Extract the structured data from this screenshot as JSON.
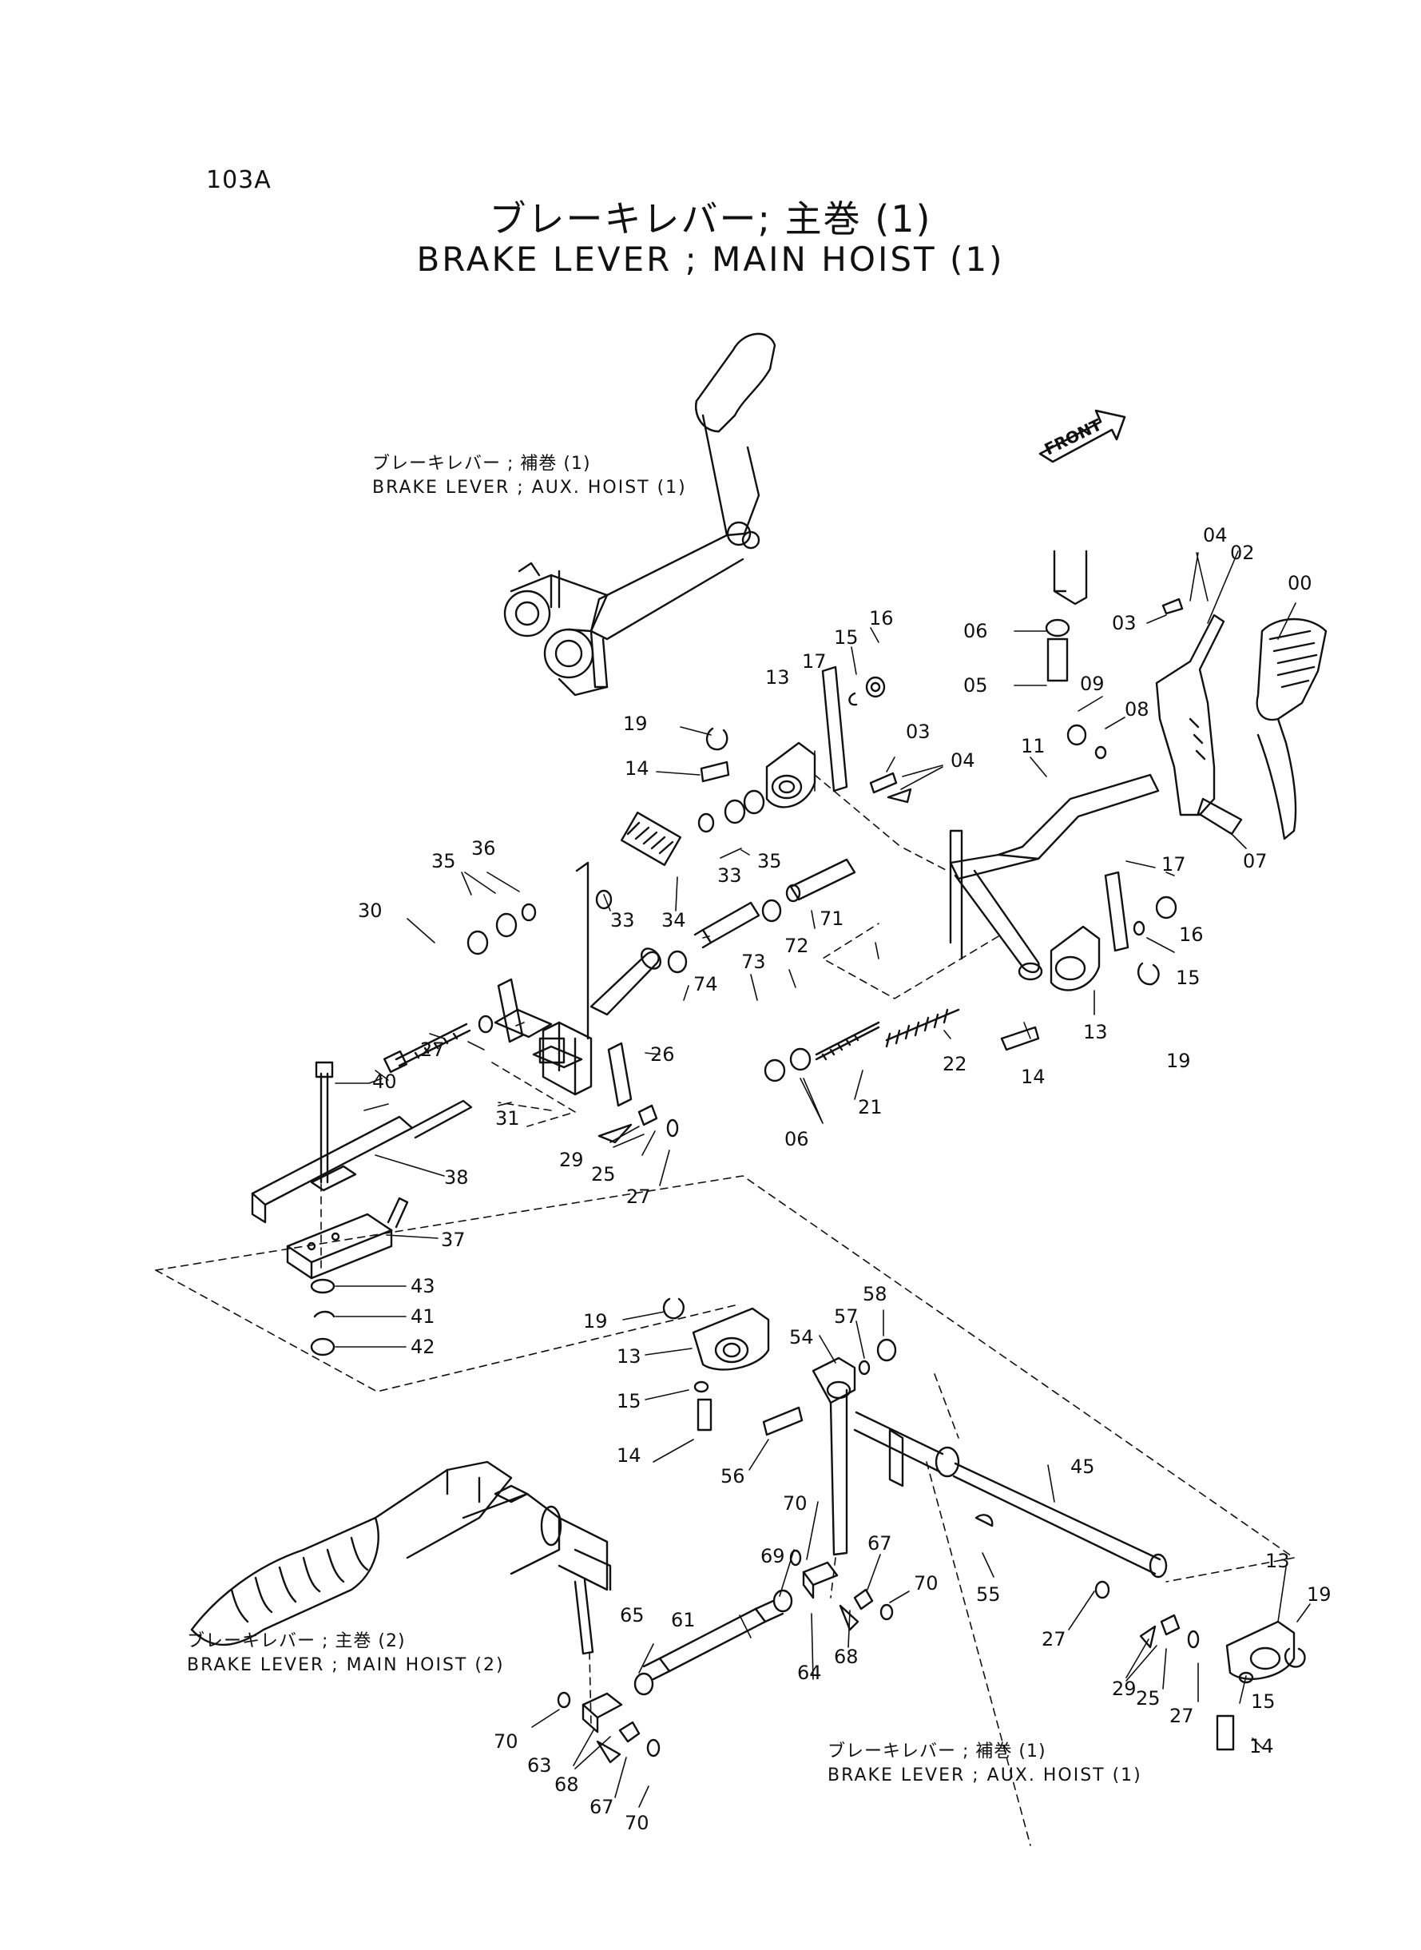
{
  "page_number": "103A",
  "title_jp": "ブレーキレバー; 主巻 (1)",
  "title_en": "BRAKE LEVER ; MAIN HOIST (1)",
  "front_label": "FRONT",
  "references": [
    {
      "jp": "ブレーキレバー ; 補巻 (1)",
      "en": "BRAKE LEVER ; AUX. HOIST (1)"
    },
    {
      "jp": "ブレーキレバー ; 主巻 (2)",
      "en": "BRAKE LEVER ; MAIN HOIST (2)"
    },
    {
      "jp": "ブレーキレバー ; 補巻 (1)",
      "en": "BRAKE LEVER ; AUX. HOIST (1)"
    }
  ],
  "part_callouts": [
    "04",
    "02",
    "00",
    "03",
    "06",
    "05",
    "09",
    "08",
    "07",
    "16",
    "15",
    "17",
    "13",
    "19",
    "14",
    "03",
    "04",
    "11",
    "35",
    "33",
    "34",
    "36",
    "30",
    "35",
    "33",
    "71",
    "72",
    "73",
    "74",
    "26",
    "17",
    "16",
    "15",
    "13",
    "19",
    "14",
    "22",
    "21",
    "06",
    "27",
    "40",
    "31",
    "29",
    "25",
    "27",
    "38",
    "37",
    "43",
    "41",
    "42",
    "19",
    "13",
    "15",
    "14",
    "54",
    "57",
    "58",
    "56",
    "70",
    "45",
    "55",
    "69",
    "67",
    "70",
    "61",
    "65",
    "64",
    "68",
    "27",
    "13",
    "19",
    "29",
    "25",
    "15",
    "27",
    "14",
    "70",
    "63",
    "68",
    "67",
    "70"
  ],
  "colors": {
    "ink": "#111111",
    "paper": "#ffffff"
  }
}
